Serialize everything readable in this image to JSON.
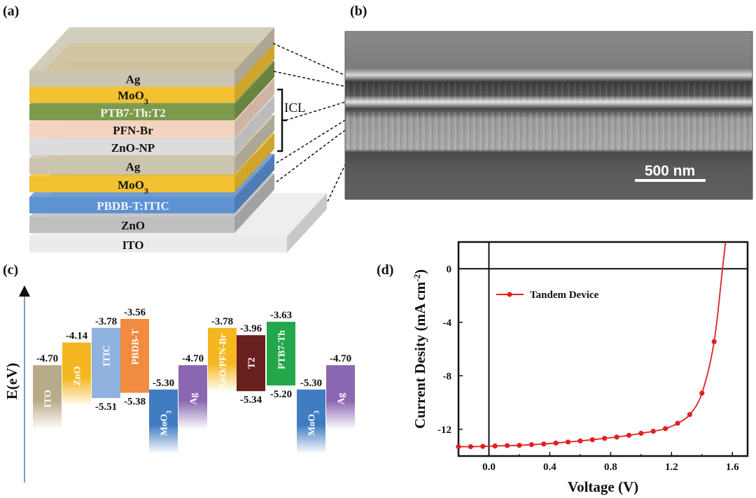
{
  "panel_labels": {
    "a": "(a)",
    "b": "(b)",
    "c": "(c)",
    "d": "(d)"
  },
  "panel_a": {
    "layers": [
      {
        "label": "Ag",
        "sub": "",
        "color": "#cbc4b0",
        "text_color": "#111111"
      },
      {
        "label": "MoO",
        "sub": "3",
        "color": "#f3c232",
        "text_color": "#111111"
      },
      {
        "label": "PTB7-Th:T2",
        "sub": "",
        "color": "#7b9a4c",
        "text_color": "#f4f4e8"
      },
      {
        "label": "PFN-Br",
        "sub": "",
        "color": "#f3d4c0",
        "text_color": "#111111"
      },
      {
        "label": "ZnO-NP",
        "sub": "",
        "color": "#dcdcdc",
        "text_color": "#111111"
      },
      {
        "label": "Ag",
        "sub": "",
        "color": "#cbc4b0",
        "text_color": "#111111"
      },
      {
        "label": "MoO",
        "sub": "3",
        "color": "#f3c232",
        "text_color": "#111111"
      },
      {
        "label": "PBDB-T:ITIC",
        "sub": "",
        "color": "#5e92d2",
        "text_color": "#f0f4ff"
      },
      {
        "label": "ZnO",
        "sub": "",
        "color": "#bfbfbf",
        "text_color": "#111111"
      },
      {
        "label": "ITO",
        "sub": "",
        "color": "#ebebeb",
        "text_color": "#111111"
      }
    ],
    "icl_label": "ICL"
  },
  "panel_b": {
    "scale_bar": "500 nm"
  },
  "panel_c": {
    "axis_label": "E(eV)",
    "bars": [
      {
        "label": "ITO",
        "sub": "",
        "top": "-4.70",
        "bottom": null,
        "color": "#b8ab8a"
      },
      {
        "label": "ZnO",
        "sub": "",
        "top": "-4.14",
        "bottom": null,
        "color": "#f5b71f"
      },
      {
        "label": "ITIC",
        "sub": "",
        "top": "-3.78",
        "bottom": "-5.51",
        "color": "#8fb2df"
      },
      {
        "label": "PBDB-T",
        "sub": "",
        "top": "-3.56",
        "bottom": "-5.38",
        "color": "#f08b3f"
      },
      {
        "label": "MoO",
        "sub": "3",
        "top": "-5.30",
        "bottom": null,
        "color": "#3f7cc1"
      },
      {
        "label": "Ag",
        "sub": "",
        "top": "-4.70",
        "bottom": null,
        "color": "#8a67b0"
      },
      {
        "label": "ZnO/PFN-Br",
        "sub": "",
        "top": "-3.78",
        "bottom": null,
        "color": "#f5b71f"
      },
      {
        "label": "T2",
        "sub": "",
        "top": "-3.96",
        "bottom": "-5.34",
        "color": "#6a1f1f"
      },
      {
        "label": "PTB7-Th",
        "sub": "",
        "top": "-3.63",
        "bottom": "-5.20",
        "color": "#22a84b"
      },
      {
        "label": "MoO",
        "sub": "3",
        "top": "-5.30",
        "bottom": null,
        "color": "#3f7cc1"
      },
      {
        "label": "Ag",
        "sub": "",
        "top": "-4.70",
        "bottom": null,
        "color": "#8a67b0"
      }
    ]
  },
  "chart_data": {
    "type": "line",
    "title": "",
    "xlabel": "Voltage (V)",
    "ylabel": "Current Desity (mA cm",
    "ylabel_sup": "-2",
    "ylabel_close": ")",
    "xlim": [
      -0.2,
      1.7
    ],
    "ylim": [
      -14,
      2
    ],
    "xticks": [
      "0.0",
      "0.4",
      "0.8",
      "1.2",
      "1.6"
    ],
    "yticks": [
      "0",
      "-4",
      "-8",
      "-12"
    ],
    "legend": {
      "label": "Tandem Device",
      "placement": "top-left"
    },
    "series": [
      {
        "name": "Tandem Device",
        "color": "#e02020",
        "x": [
          -0.2,
          -0.12,
          -0.04,
          0.04,
          0.12,
          0.2,
          0.28,
          0.36,
          0.44,
          0.52,
          0.6,
          0.68,
          0.76,
          0.84,
          0.92,
          1.0,
          1.08,
          1.16,
          1.24,
          1.32,
          1.4,
          1.48
        ],
        "y": [
          -13.3,
          -13.3,
          -13.28,
          -13.25,
          -13.22,
          -13.2,
          -13.15,
          -13.1,
          -13.03,
          -12.95,
          -12.87,
          -12.78,
          -12.68,
          -12.58,
          -12.45,
          -12.3,
          -12.15,
          -11.95,
          -11.55,
          -10.9,
          -9.3,
          -5.45
        ],
        "curve_extension": [
          [
            1.535,
            0
          ],
          [
            1.555,
            2
          ]
        ]
      }
    ]
  }
}
